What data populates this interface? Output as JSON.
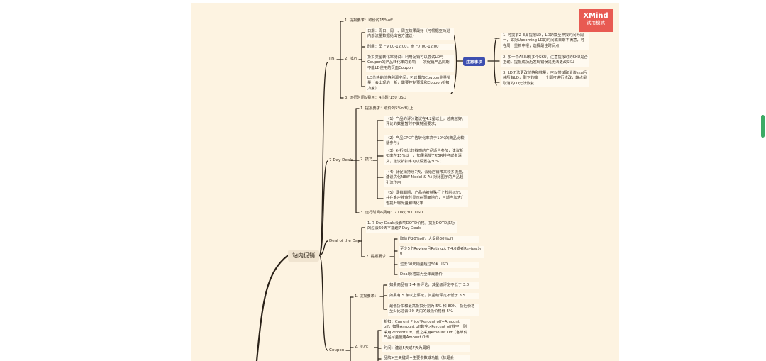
{
  "badge": {
    "brand": "XMind",
    "trial": "试用模式"
  },
  "main_topic": "站内促销",
  "ld": {
    "title": "LD",
    "req": "1. 提报要求：取价的15%off",
    "tips": "2. 技巧",
    "tip1": "日期：周日、周一、周五效果最好（可根据亚马逊内部流量数据给出官方建议）",
    "tip2": "时间：早上9:00-12:00，晚上7:00-12:00",
    "tip3": "折扣类型转化率测试：利用促销可以尝试LD与Coupon的产品转化率的影响——次促销产品同期不能LD使用的页面Coupon",
    "tip4": "LD价格的价格利润空间，可以叠加Coupon测量销量（会出现的上折，需要控制预算和Coupon折扣力度）",
    "time": "3. 运行时间&费用：4小时/150 USD"
  },
  "note": {
    "label": "注意事项",
    "items": [
      "1. 可提前2-3周提报LD，LD的截至申报时间为周一，如对Upcoming LD的时间或日期不满意，可在周一重新申报，选择最佳时间点",
      "2. 如一个ASIN有多个SKU，注意提报时的SKU是否正确，提报成功后发现错误是无法更改SKU",
      "3. LD无法更改价格和数量，可以尝试取消该sku后续所有LD，剩下的唯一一个即可进行修改，缺点是取消的LD无法恢复"
    ]
  },
  "sd": {
    "title": "7 Day Deals",
    "req": "1. 提报要求：取价的5%off以上",
    "tips": "2. 技巧",
    "items": [
      "（1）产品的评分建议在4.2星以上，越高越好。评论的数量暂时不做特别要求；",
      "（2）产品CPC广告转化率高于10%的商品比较适参与；",
      "（3）对折扣比较敏感的产品适合参加，建议折扣率在15%以上，如果希望7天5R排名或者清货，建议折扣率可以设置在30%；",
      "（4）此促销持续7天，会给店铺带来较多流量，建议优化NEW Model & A+对比图示的产品起引流作用",
      "（5）促销期间，产品将被特殊打上秒杀标记，并在客户搜索时显示在页面地方，可适当加大广告提升曝光量和转化率"
    ],
    "time": "3. 运行时间&费用：7 Day/300 USD"
  },
  "dotd": {
    "title": "Deal of the Day",
    "req1": "1. 7 Day Deals会影响DOTD价格，提报DOTD成功的过去60天不能跑7 Day Deals",
    "req2": "2. 提报要求",
    "items": [
      "取价的20%off，大促是30%off",
      "至少5个Review且Rating大于4.0或者Review为0",
      "过去30天销量超过50K USD",
      "Deal价格需为全年最低价"
    ]
  },
  "coupon": {
    "title": "Coupon",
    "req": "1. 提报要求：",
    "reqs": [
      "如果商品有 1-4 条评论，其星级评定不低于 3.0",
      "如果有 5 条以上评论，其星级评定不低于 3.5",
      "最低折扣和最高折扣分别为 5% 和 80%，折后价格至少比过去 30 天内的最低价格低 5%"
    ],
    "tips": "2. 技巧：",
    "tip_items": [
      "折扣：Current Price*Percent off=Amount off，如果Amount off数字>Percent off数字，则采用Percent Off，反之采用Amount Off（客单价产品尽量使用Amount Off）",
      "时间：建议5天或7天为周期",
      "品牌+主关键词+主要参数或功能（标题会"
    ]
  }
}
